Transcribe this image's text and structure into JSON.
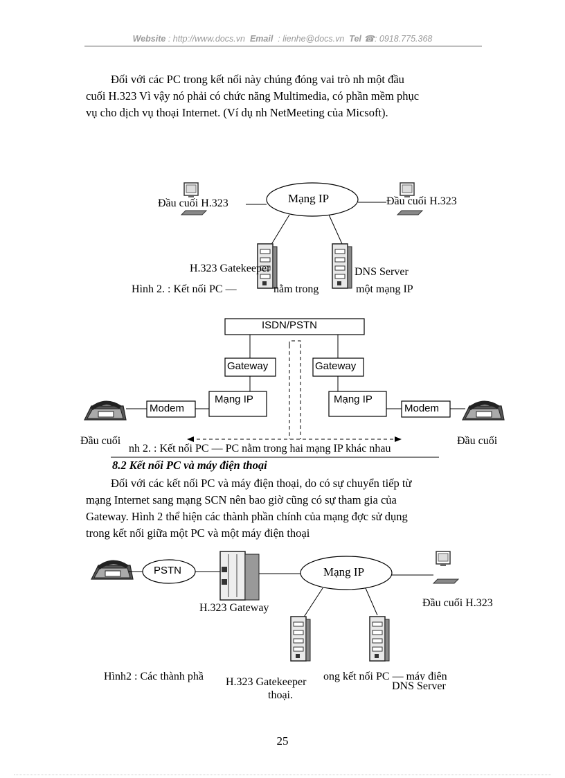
{
  "header": {
    "website_label": "Website",
    "website": ": http://www.docs.vn",
    "email_label": "Email",
    "email": ": lienhe@docs.vn",
    "tel_label": "Tel",
    "tel": ": 0918.775.368"
  },
  "intro": {
    "line1": "Đối với các PC trong kết nối này chúng đóng vai trò nh   một đầu",
    "line2": "cuối H.323 Vì vậy nó phải có chức năng Multimedia, có phần mềm phục",
    "line3": "vụ cho dịch vụ thoại Internet. (Ví dụ nh   NetMeeting của Micsoft)."
  },
  "figure1": {
    "terminal_left": "Đầu cuối H.323",
    "network": "Mạng IP",
    "terminal_right": "Đầu cuối H.323",
    "gatekeeper": "H.323 Gatekeeper",
    "dns": "DNS Server",
    "caption_a": "Hình 2. : Kết nối PC —",
    "caption_b": "nằm trong",
    "caption_c": "một mạng IP"
  },
  "figure2": {
    "isdn": "ISDN/PSTN",
    "gateway_left": "Gateway",
    "gateway_right": "Gateway",
    "network_left": "Mạng IP",
    "network_right": "Mạng IP",
    "modem_left": "Modem",
    "modem_right": "Modem",
    "terminal_left": "Đầu cuối",
    "terminal_right": "Đầu cuối",
    "caption": "nh 2. : Kết nối PC — PC nằm trong hai mạng IP khác nhau"
  },
  "section": {
    "heading": "8.2 Kết nối PC và máy điện thoại",
    "line1": "Đối với các kết nối PC và máy điện thoại, do có sự chuyển tiếp từ",
    "line2": "mạng Internet sang mạng SCN nên bao giờ cũng có sự tham gia của",
    "line3": "Gateway. Hình 2 thể hiện các thành phần chính của mạng đợc   sử dụng",
    "line4": "trong kết nối giữa một PC và một máy điện thoại"
  },
  "figure3": {
    "pstn": "PSTN",
    "network": "Mạng IP",
    "gateway": "H.323 Gateway",
    "terminal": "Đầu cuối H.323",
    "gatekeeper": "H.323 Gatekeeper",
    "dns": "DNS Server",
    "caption_a": "Hình2  : Các thành phầ",
    "caption_b": "ong kết nối PC — máy điện",
    "caption_c": "thoại."
  },
  "page_number": "25"
}
